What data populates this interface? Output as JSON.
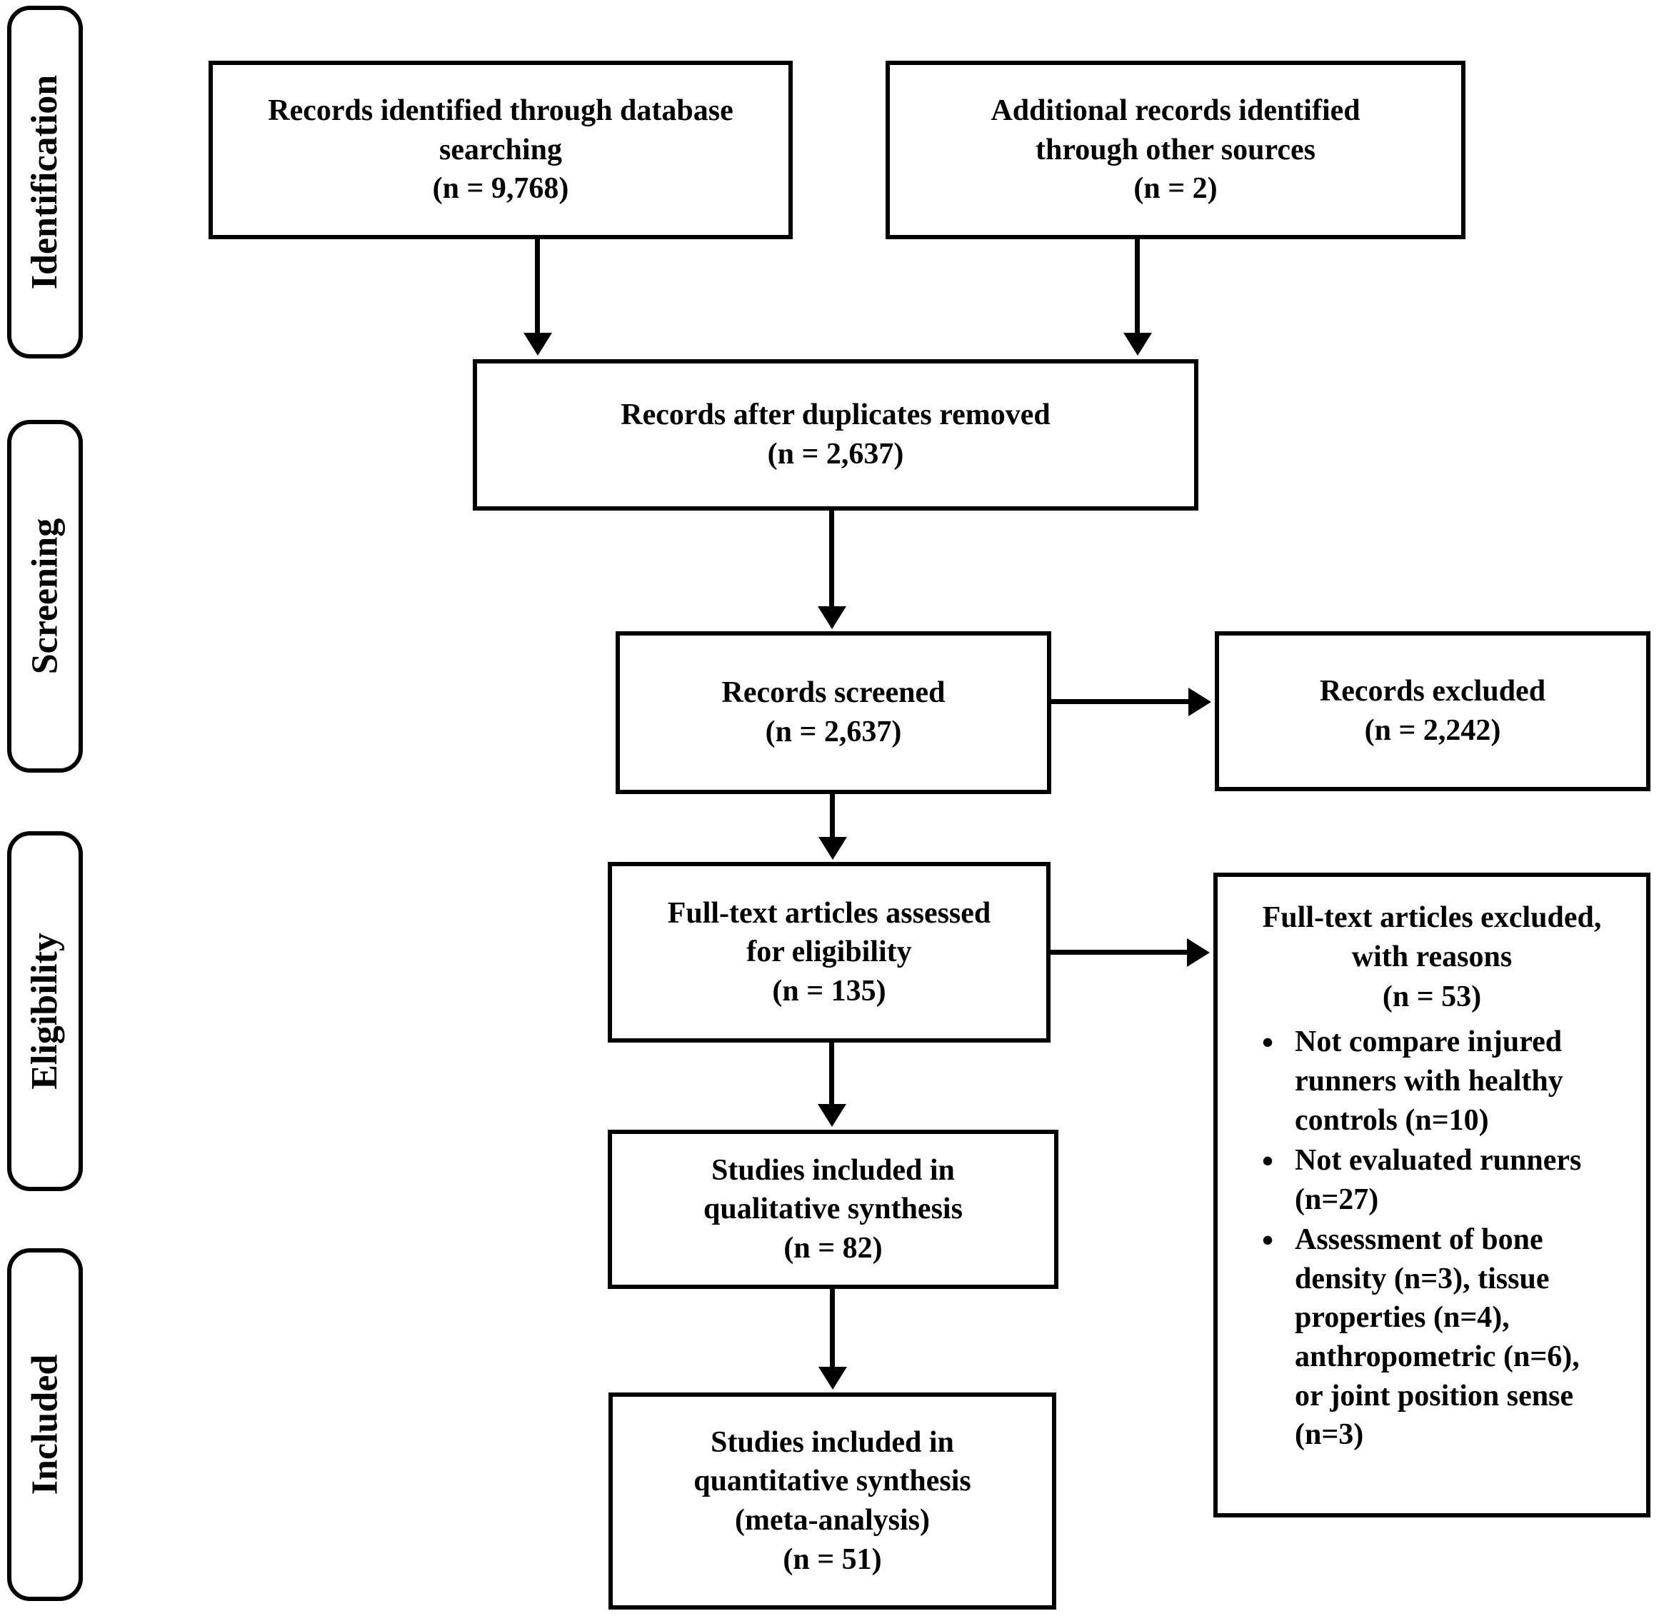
{
  "figure": {
    "type": "prisma-flow-diagram",
    "colors": {
      "ink": "#000000",
      "background": "#ffffff"
    },
    "sidebar": {
      "items": [
        {
          "label": "Identification"
        },
        {
          "label": "Screening"
        },
        {
          "label": "Eligibility"
        },
        {
          "label": "Included"
        }
      ]
    },
    "boxes": {
      "records_identified": {
        "text": "Records identified through database\nsearching\n(n = 9,768)"
      },
      "additional_records": {
        "text": "Additional records identified\nthrough other sources\n(n = 2)"
      },
      "after_duplicates": {
        "text": "Records after duplicates removed\n(n = 2,637)"
      },
      "records_screened": {
        "text": "Records screened\n(n = 2,637)"
      },
      "records_excluded": {
        "text": "Records excluded\n(n = 2,242)"
      },
      "fulltext_assessed": {
        "text": "Full-text articles assessed\nfor eligibility\n(n = 135)"
      },
      "fulltext_excluded": {
        "header": "Full-text articles excluded,\nwith reasons\n(n = 53)",
        "bullets": [
          "Not compare injured runners with healthy controls (n=10)",
          "Not evaluated runners (n=27)",
          "Assessment of bone density (n=3), tissue properties (n=4), anthropometric (n=6), or joint position sense (n=3)"
        ]
      },
      "qualitative_synthesis": {
        "text": "Studies included in\nqualitative synthesis\n(n = 82)"
      },
      "quantitative_synthesis": {
        "text": "Studies included in\nquantitative synthesis\n(meta-analysis)\n(n = 51)"
      }
    }
  }
}
